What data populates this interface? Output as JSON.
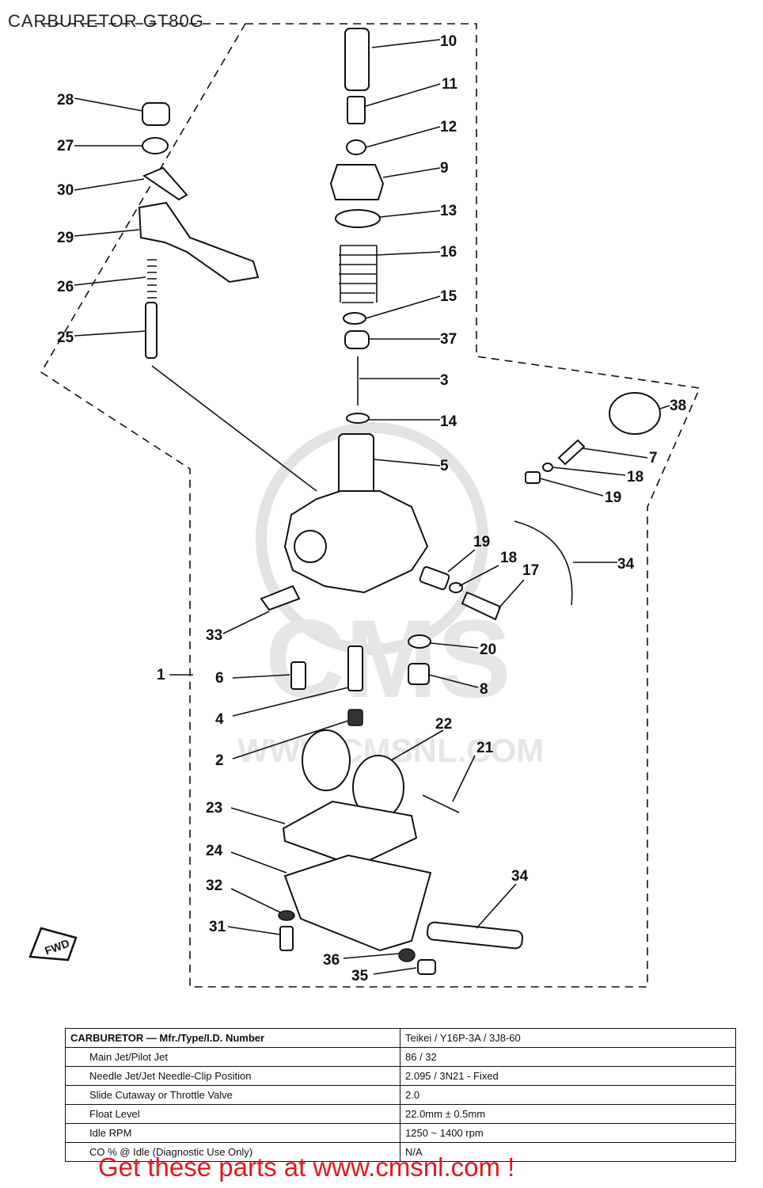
{
  "title": "CARBURETOR GT80G",
  "fwd_label": "FWD",
  "watermark": {
    "brand": "CMS",
    "url": "WWW.CMSNL.COM"
  },
  "callouts": [
    "10",
    "11",
    "12",
    "9",
    "13",
    "16",
    "15",
    "37",
    "3",
    "14",
    "5",
    "38",
    "7",
    "18",
    "19",
    "34",
    "28",
    "27",
    "30",
    "29",
    "26",
    "25",
    "19",
    "18",
    "17",
    "33",
    "20",
    "1",
    "6",
    "8",
    "4",
    "2",
    "22",
    "21",
    "23",
    "24",
    "34",
    "32",
    "31",
    "36",
    "35"
  ],
  "spec_table": {
    "rows": [
      {
        "param": "CARBURETOR — Mfr./Type/I.D. Number",
        "value": "Teikei / Y16P-3A / 3J8-60"
      },
      {
        "param": "Main Jet/Pilot Jet",
        "value": "86 / 32"
      },
      {
        "param": "Needle Jet/Jet Needle-Clip Position",
        "value": "2.095 / 3N21 - Fixed"
      },
      {
        "param": "Slide Cutaway or Throttle Valve",
        "value": "2.0"
      },
      {
        "param": "Float Level",
        "value": "22.0mm ± 0.5mm"
      },
      {
        "param": "Idle RPM",
        "value": "1250 ~ 1400 rpm"
      },
      {
        "param": "CO % @ Idle (Diagnostic Use Only)",
        "value": "N/A"
      }
    ]
  },
  "footer": "Get these parts at www.cmsnl.com !"
}
